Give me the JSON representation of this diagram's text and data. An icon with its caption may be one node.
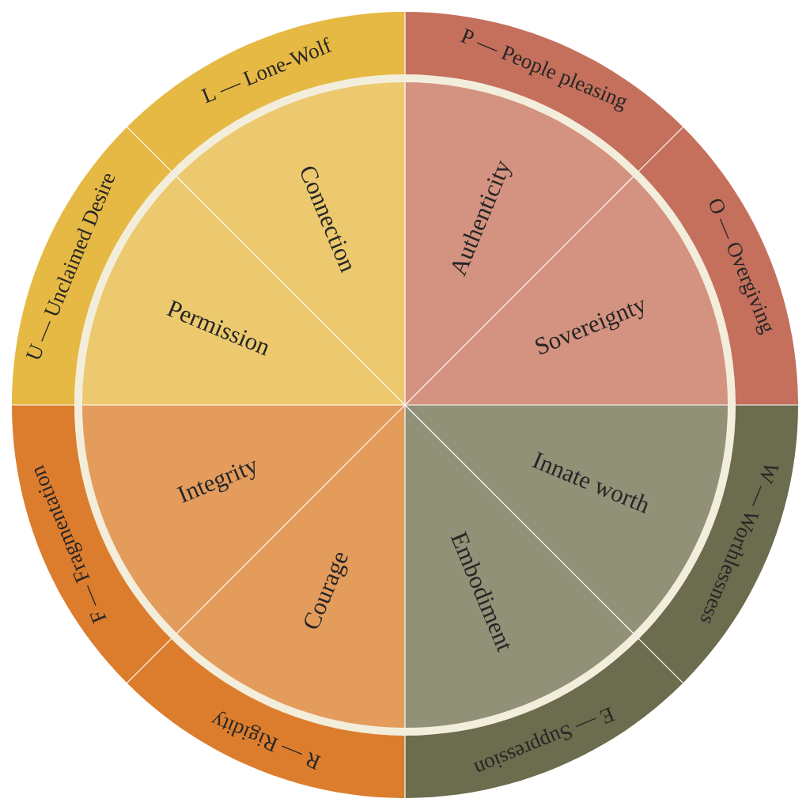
{
  "diagram": {
    "nodes": [
      {
        "text": [
          "P — People pleasing"
        ]
      },
      {
        "text": [
          "O — Overgiving"
        ]
      },
      {
        "text": [
          "W — Worthlessness"
        ]
      },
      {
        "text": [
          "E — Suppression"
        ]
      },
      {
        "text": [
          "R — Rigidity"
        ]
      },
      {
        "text": [
          "F — Fragmentation"
        ]
      },
      {
        "text": [
          "U — Unclaimed Desire"
        ]
      },
      {
        "text": [
          "L — Lone-Wolf"
        ]
      },
      {
        "text": [
          "Authenticity"
        ]
      },
      {
        "text": [
          "Sovereignty"
        ]
      },
      {
        "text": [
          "Innate worth"
        ]
      },
      {
        "text": [
          "Embodiment"
        ]
      },
      {
        "text": [
          "Courage"
        ]
      },
      {
        "text": [
          "Integrity"
        ]
      },
      {
        "text": [
          "Permission"
        ]
      },
      {
        "text": [
          "Connection"
        ]
      }
    ]
  }
}
